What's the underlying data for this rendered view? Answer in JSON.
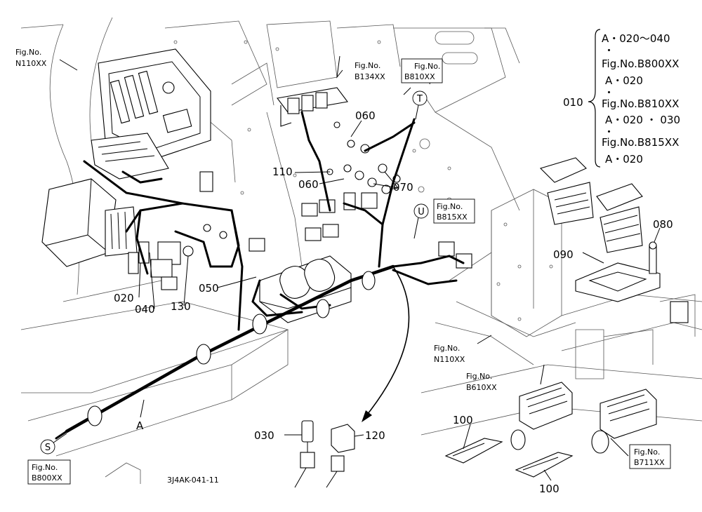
{
  "part_labels": {
    "p010": "010",
    "p020": "020",
    "p030": "030",
    "p040": "040",
    "p050": "050",
    "p060a": "060",
    "p060b": "060",
    "p070": "070",
    "p080": "080",
    "p090": "090",
    "p100a": "100",
    "p100b": "100",
    "p110": "110",
    "p120": "120",
    "p130": "130",
    "harness_a": "A"
  },
  "circle_markers": {
    "S": "S",
    "T": "T",
    "U": "U"
  },
  "fig_refs": {
    "n110_top_1": "Fig.No.",
    "n110_top_2": "N110XX",
    "b134_1": "Fig.No.",
    "b134_2": "B134XX",
    "b810_1": "Fig.No.",
    "b810_2": "B810XX",
    "b815_1": "Fig.No.",
    "b815_2": "B815XX",
    "n110_mid_1": "Fig.No.",
    "n110_mid_2": "N110XX",
    "b610_1": "Fig.No.",
    "b610_2": "B610XX",
    "b711_1": "Fig.No.",
    "b711_2": "B711XX",
    "b800_1": "Fig.No.",
    "b800_2": "B800XX"
  },
  "bracket_list": [
    "A・020～040",
    "・",
    "Fig.No.B800XX",
    "A・020",
    "・",
    "Fig.No.B810XX",
    "A・020 ・ 030",
    "・",
    "Fig.No.B815XX",
    "A・020"
  ],
  "drawing_code": "3J4AK-041-11"
}
